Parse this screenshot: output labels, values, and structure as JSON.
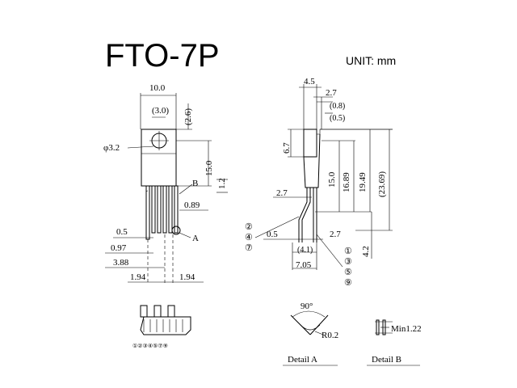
{
  "title": "FTO-7P",
  "unit": "UNIT: mm",
  "front": {
    "width": "10.0",
    "hole_spacing": "(3.0)",
    "hole_to_top": "(2.6)",
    "hole_dia": "φ3.2",
    "body_height": "15.0",
    "tab_b": "1.2",
    "b_label": "B",
    "a_label": "A",
    "gap": "0.89",
    "pin_width": "0.5",
    "pitch1": "0.97",
    "pitch2": "3.88",
    "left_offset": "1.94",
    "right_offset": "1.94"
  },
  "side": {
    "thickness": "4.5",
    "tab": "2.7",
    "d08": "(0.8)",
    "d05": "(0.5)",
    "d67": "6.7",
    "d15": "15.0",
    "d1689": "16.89",
    "d1949": "19.49",
    "d2369": "(23.69)",
    "lead_offset": "2.7",
    "lead_thick": "0.5",
    "lead_bend": "2.7",
    "d41": "(4.1)",
    "d705": "7.05",
    "d42": "4.2",
    "pins_left": [
      "②",
      "④",
      "⑦"
    ],
    "pins_right": [
      "①",
      "③",
      "⑤",
      "⑨"
    ]
  },
  "bottom": {
    "pin_numbers": "①②③④⑤⑦⑨"
  },
  "detail_a": {
    "angle": "90°",
    "radius": "R0.2",
    "caption": "Detail A"
  },
  "detail_b": {
    "min": "Min1.22",
    "caption": "Detail B"
  }
}
